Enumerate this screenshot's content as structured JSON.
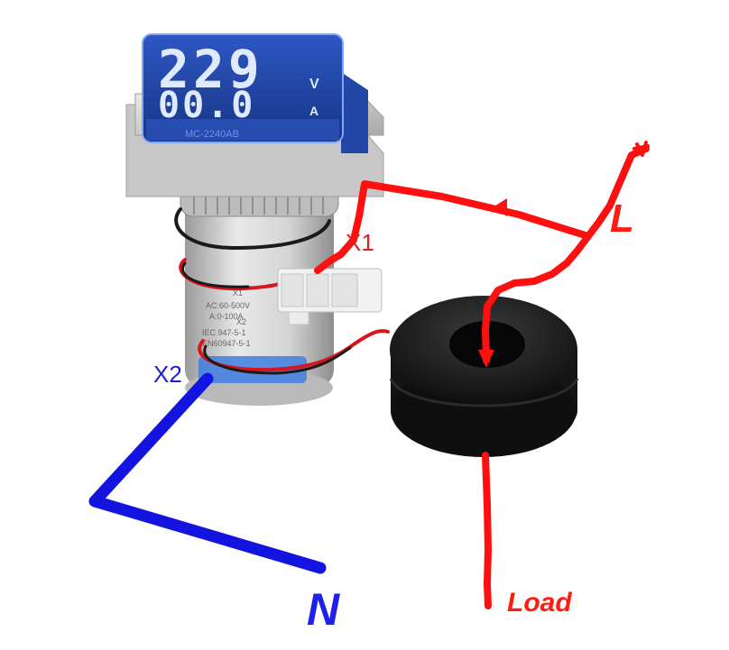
{
  "meter": {
    "display": {
      "voltage_digits": "229",
      "voltage_unit": "V",
      "current_digits": "00.0",
      "current_unit": "A"
    },
    "model_text": "MC-2240AB",
    "body_labels": {
      "x1": "X1",
      "x2": "X2",
      "voltage_range": "AC:60-500V",
      "current_range": "A:0-100A",
      "std1": "IEC 947-5-1",
      "std2": "EN60947-5-1"
    }
  },
  "labels": {
    "x1": "X1",
    "x2": "X2",
    "line": "L",
    "neutral": "N",
    "load": "Load"
  },
  "colors": {
    "line_wire": "#ff1010",
    "neutral_wire": "#1414e0",
    "x1_label": "#e0201f",
    "x2_label": "#1a1fd6",
    "display_bg": "#1b3f9e",
    "display_digits": "#dfe9ff",
    "ct_ring": "#151515"
  },
  "icons": {
    "current_direction": "arrow-icon"
  }
}
